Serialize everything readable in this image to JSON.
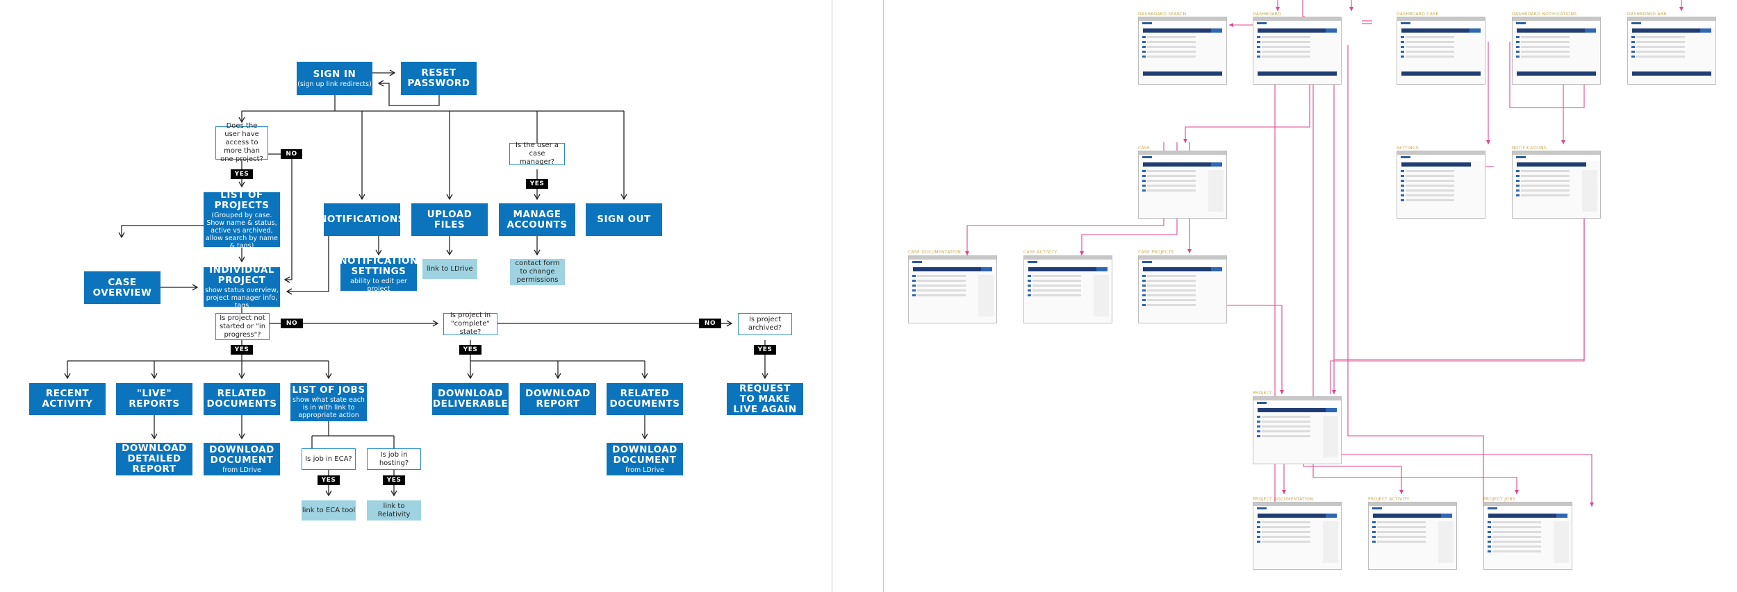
{
  "flow": {
    "sign_in": {
      "title": "SIGN IN",
      "sub": "(sign up link redirects)"
    },
    "reset_password": {
      "title": "RESET PASSWORD"
    },
    "q_multi_project": "Does the user have access to more than one project?",
    "q_case_manager": "Is the user a case manager?",
    "list_projects": {
      "title": "LIST OF PROJECTS",
      "sub": "(Grouped by case. Show name & status, active vs archived, allow search by name & tags)"
    },
    "notifications": {
      "title": "NOTIFICATIONS"
    },
    "upload_files": {
      "title": "UPLOAD FILES"
    },
    "manage_accounts": {
      "title": "MANAGE ACCOUNTS"
    },
    "sign_out": {
      "title": "SIGN OUT"
    },
    "notification_settings": {
      "title": "NOTIFICATION SETTINGS",
      "sub": "ability to edit per project"
    },
    "link_ldrive": "link to LDrive",
    "contact_form": "contact form to change permissions",
    "case_overview": {
      "title": "CASE OVERVIEW"
    },
    "individual_project": {
      "title": "INDIVIDUAL PROJECT",
      "sub": "show status overview, project manager info, tags"
    },
    "q_not_started": "Is project not started or \"in progress\"?",
    "q_complete": "Is project in \"complete\" state?",
    "q_archived": "Is project archived?",
    "recent_activity": {
      "title": "RECENT ACTIVITY"
    },
    "live_reports": {
      "title": "\"LIVE\" REPORTS"
    },
    "related_documents_1": {
      "title": "RELATED DOCUMENTS"
    },
    "list_jobs": {
      "title": "LIST OF JOBS",
      "sub": "show what state each is in with link to appropriate action"
    },
    "download_deliverable": {
      "title": "DOWNLOAD DELIVERABLE"
    },
    "download_report": {
      "title": "DOWNLOAD REPORT"
    },
    "related_documents_2": {
      "title": "RELATED DOCUMENTS"
    },
    "request_live": {
      "title": "REQUEST TO MAKE LIVE AGAIN"
    },
    "download_detailed_report": {
      "title": "DOWNLOAD DETAILED REPORT"
    },
    "download_document_1": {
      "title": "DOWNLOAD DOCUMENT",
      "sub": "from LDrive"
    },
    "q_eca": "Is job in ECA?",
    "q_hosting": "Is job in hosting?",
    "link_eca": "link to ECA tool",
    "link_relativity": "link to Relativity",
    "download_document_2": {
      "title": "DOWNLOAD DOCUMENT",
      "sub": "from LDrive"
    },
    "yes": "YES",
    "no": "NO"
  },
  "wireframes": {
    "labels": {
      "dashboard_search": "DASHBOARD SEARCH",
      "dashboard": "DASHBOARD",
      "dashboard_case": "DASHBOARD CASE",
      "dashboard_notifications": "DASHBOARD NOTIFICATIONS",
      "dashboard_arb": "DASHBOARD ARB",
      "case": "CASE",
      "settings": "SETTINGS",
      "notifications": "NOTIFICATIONS",
      "case_documentation": "CASE DOCUMENTATION",
      "case_activity": "CASE ACTIVITY",
      "case_projects": "CASE PROJECTS",
      "project": "PROJECT",
      "project_documentation": "PROJECT DOCUMENTATION",
      "project_activity": "PROJECT ACTIVITY",
      "project_jobs": "PROJECT JOBS"
    }
  },
  "colors": {
    "box": "#0b74bd",
    "teal": "#9fd3e2",
    "link_line": "#e0438f"
  }
}
